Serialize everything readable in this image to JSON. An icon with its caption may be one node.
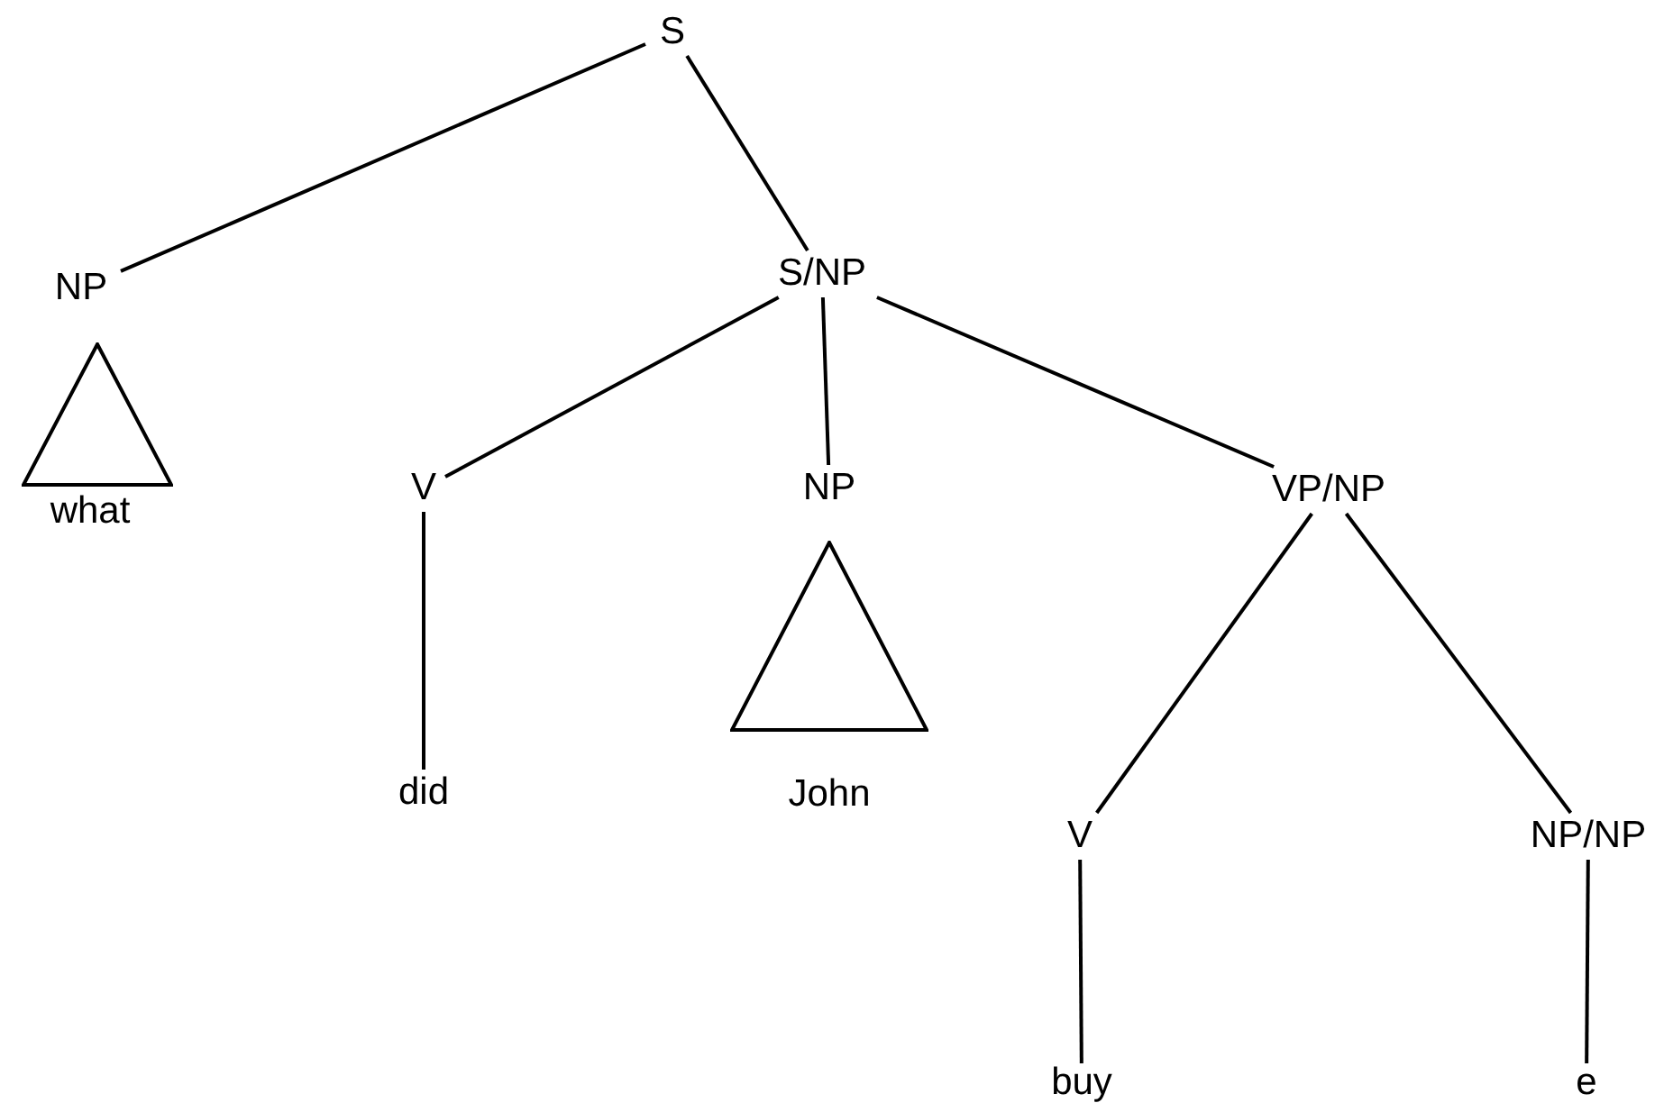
{
  "diagram": {
    "nodes": [
      {
        "text": [
          "S"
        ]
      },
      {
        "text": [
          "NP"
        ]
      },
      {
        "text": [
          "S/NP"
        ]
      },
      {
        "text": [],
        "shape": "triangle"
      },
      {
        "text": [
          "what"
        ]
      },
      {
        "text": [
          "V"
        ]
      },
      {
        "text": [
          "NP"
        ]
      },
      {
        "text": [
          "VP/NP"
        ]
      },
      {
        "text": [
          "did"
        ]
      },
      {
        "text": [],
        "shape": "triangle"
      },
      {
        "text": [
          "John"
        ]
      },
      {
        "text": [
          "V"
        ]
      },
      {
        "text": [
          "NP/NP"
        ]
      },
      {
        "text": [
          "buy"
        ]
      },
      {
        "text": [
          "e"
        ]
      }
    ],
    "edges": [
      {
        "from": 0,
        "to": 1,
        "arrow": "none"
      },
      {
        "from": 0,
        "to": 2,
        "arrow": "none"
      },
      {
        "from": 2,
        "to": 5,
        "arrow": "none"
      },
      {
        "from": 2,
        "to": 6,
        "arrow": "none"
      },
      {
        "from": 2,
        "to": 7,
        "arrow": "none"
      },
      {
        "from": 5,
        "to": 8,
        "arrow": "none"
      },
      {
        "from": 7,
        "to": 11,
        "arrow": "none"
      },
      {
        "from": 7,
        "to": 12,
        "arrow": "none"
      },
      {
        "from": 11,
        "to": 13,
        "arrow": "none"
      },
      {
        "from": 12,
        "to": 14,
        "arrow": "none"
      }
    ]
  }
}
